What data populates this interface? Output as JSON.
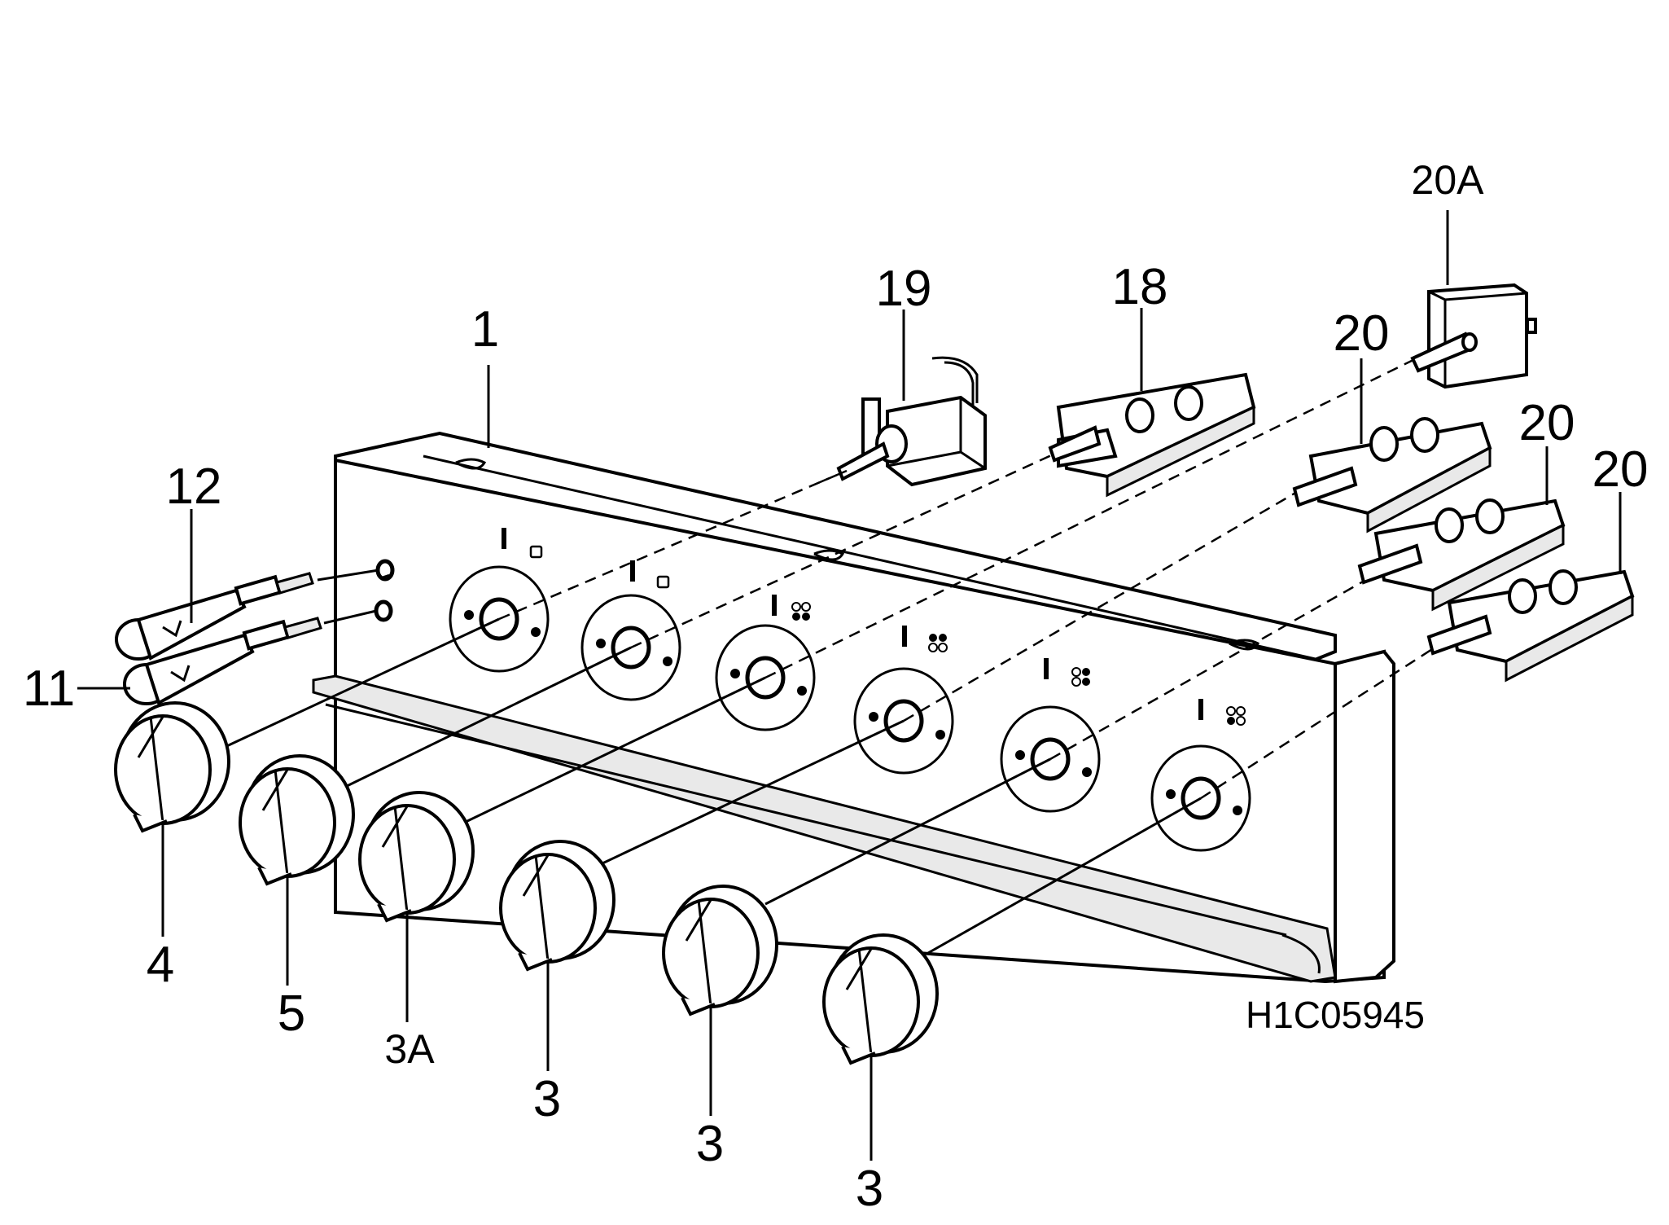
{
  "labels": {
    "panel": "1",
    "indicator_lamp_b": "11",
    "indicator_lamp_a": "12",
    "thermostat": "18",
    "switch": "19",
    "regulator": "20",
    "regulator_alt": "20A",
    "knob_4": "4",
    "knob_5": "5",
    "knob_3a": "3A",
    "knob_3": "3"
  },
  "drawing_ref": "H1C05945"
}
